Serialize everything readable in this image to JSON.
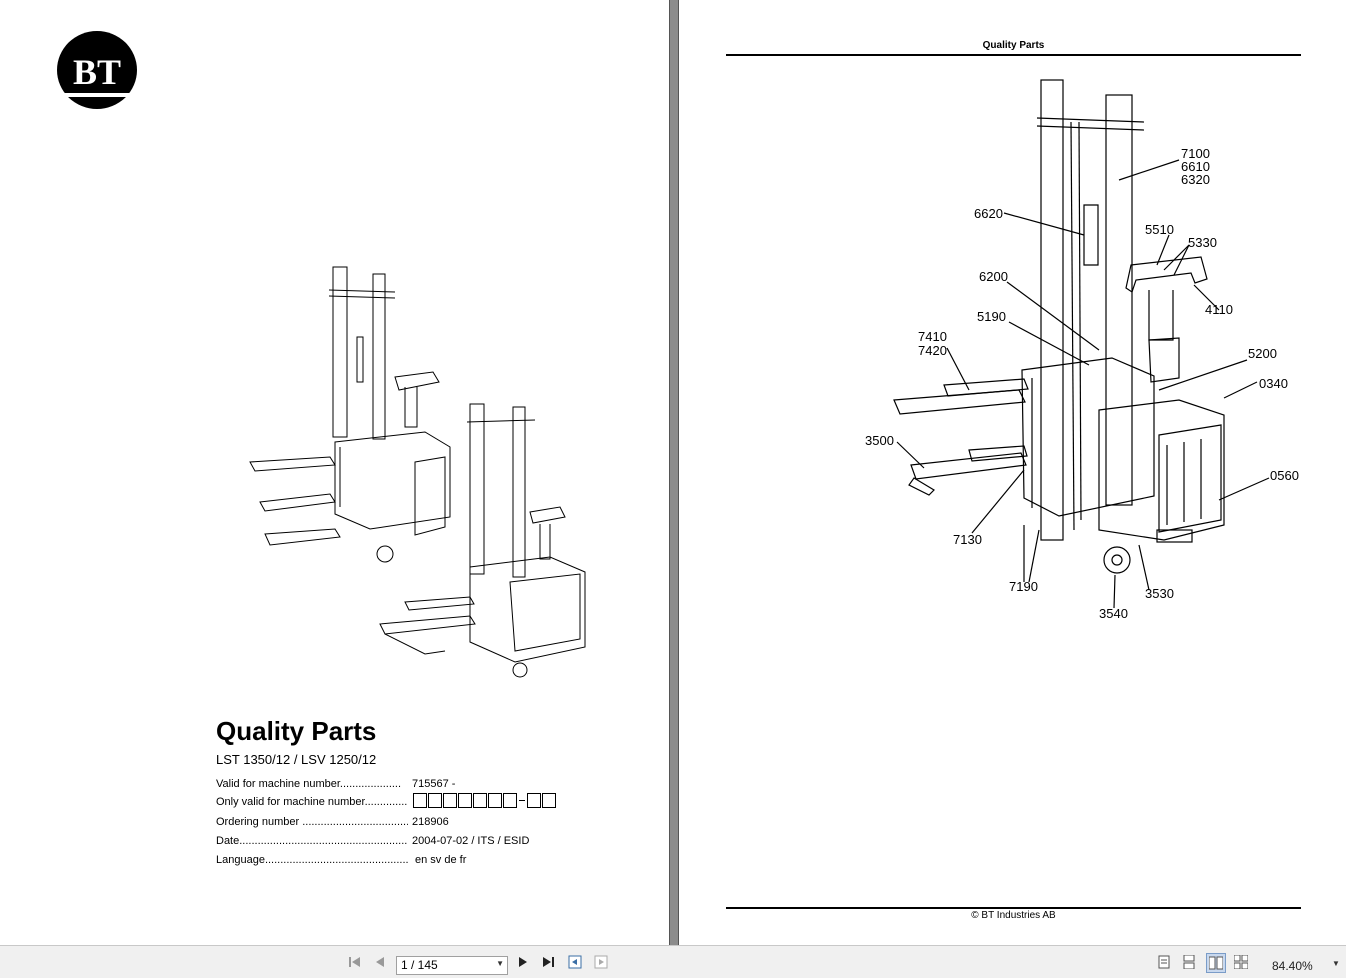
{
  "left_page": {
    "logo_text": "BT",
    "title": "Quality Parts",
    "subtitle": "LST 1350/12 / LSV 1250/12",
    "rows": [
      {
        "label": "Valid for machine number....................",
        "value": "715567 -"
      },
      {
        "label": "Only valid for machine number...............",
        "value": ""
      },
      {
        "label": "Ordering number ....................................",
        "value": "218906"
      },
      {
        "label": "Date..................................................................",
        "value": "2004-07-02 / ITS / ESID"
      },
      {
        "label": "Language.......................................................",
        "value": "en sv de fr"
      }
    ]
  },
  "right_page": {
    "header": "Quality Parts",
    "footer": "© BT Industries AB",
    "callouts": [
      "7100",
      "6610",
      "6320",
      "6620",
      "5510",
      "5330",
      "6200",
      "4110",
      "5190",
      "7410",
      "7420",
      "5200",
      "0340",
      "3500",
      "0560",
      "7130",
      "3530",
      "7190",
      "3540"
    ]
  },
  "toolbar": {
    "page_indicator": "1 / 145",
    "zoom": "84.40%",
    "icons": [
      "first-page-icon",
      "prev-page-icon",
      "next-page-icon",
      "last-page-icon",
      "previous-view-icon",
      "next-view-icon",
      "single-page-icon",
      "continuous-icon",
      "facing-icon",
      "continuous-facing-icon"
    ]
  }
}
